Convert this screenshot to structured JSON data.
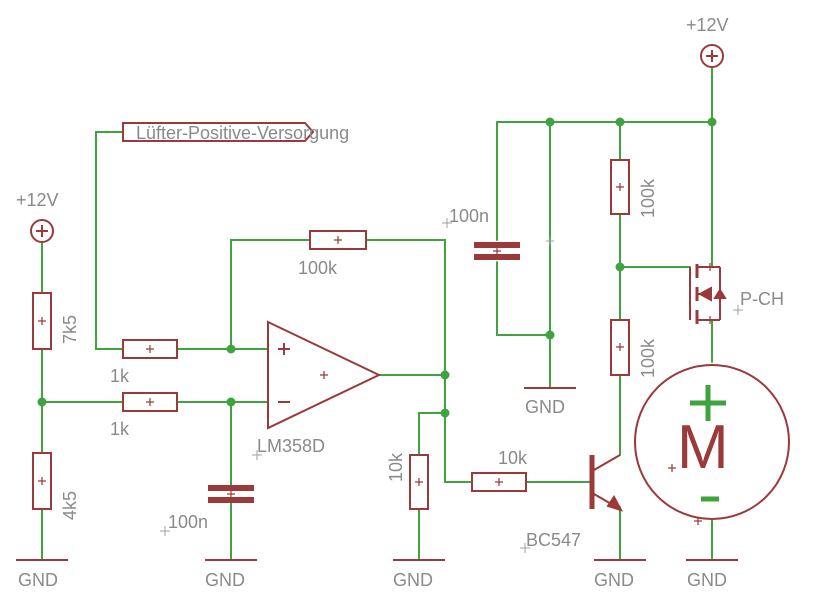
{
  "supplies": {
    "left": "+12V",
    "right": "+12V"
  },
  "net_label": "Lüfter-Positive-Versorgung",
  "grounds": [
    "GND",
    "GND",
    "GND",
    "GND",
    "GND",
    "GND"
  ],
  "resistors": {
    "r_top_divider": "7k5",
    "r_bottom_divider": "4k5",
    "r_in_plus": "1k",
    "r_in_minus": "1k",
    "r_feedback": "100k",
    "r_output_pulldown": "10k",
    "r_base": "10k",
    "r_gate_top": "100k",
    "r_gate_bottom": "100k"
  },
  "capacitors": {
    "c_filter": "100n",
    "c_supply": "100n"
  },
  "opamp": {
    "name": "LM358D"
  },
  "transistor": {
    "name": "BC547"
  },
  "mosfet": {
    "name": "P-CH"
  },
  "motor": {
    "letter": "M",
    "plus_icon": "plus-icon",
    "minus_icon": "minus-icon"
  }
}
